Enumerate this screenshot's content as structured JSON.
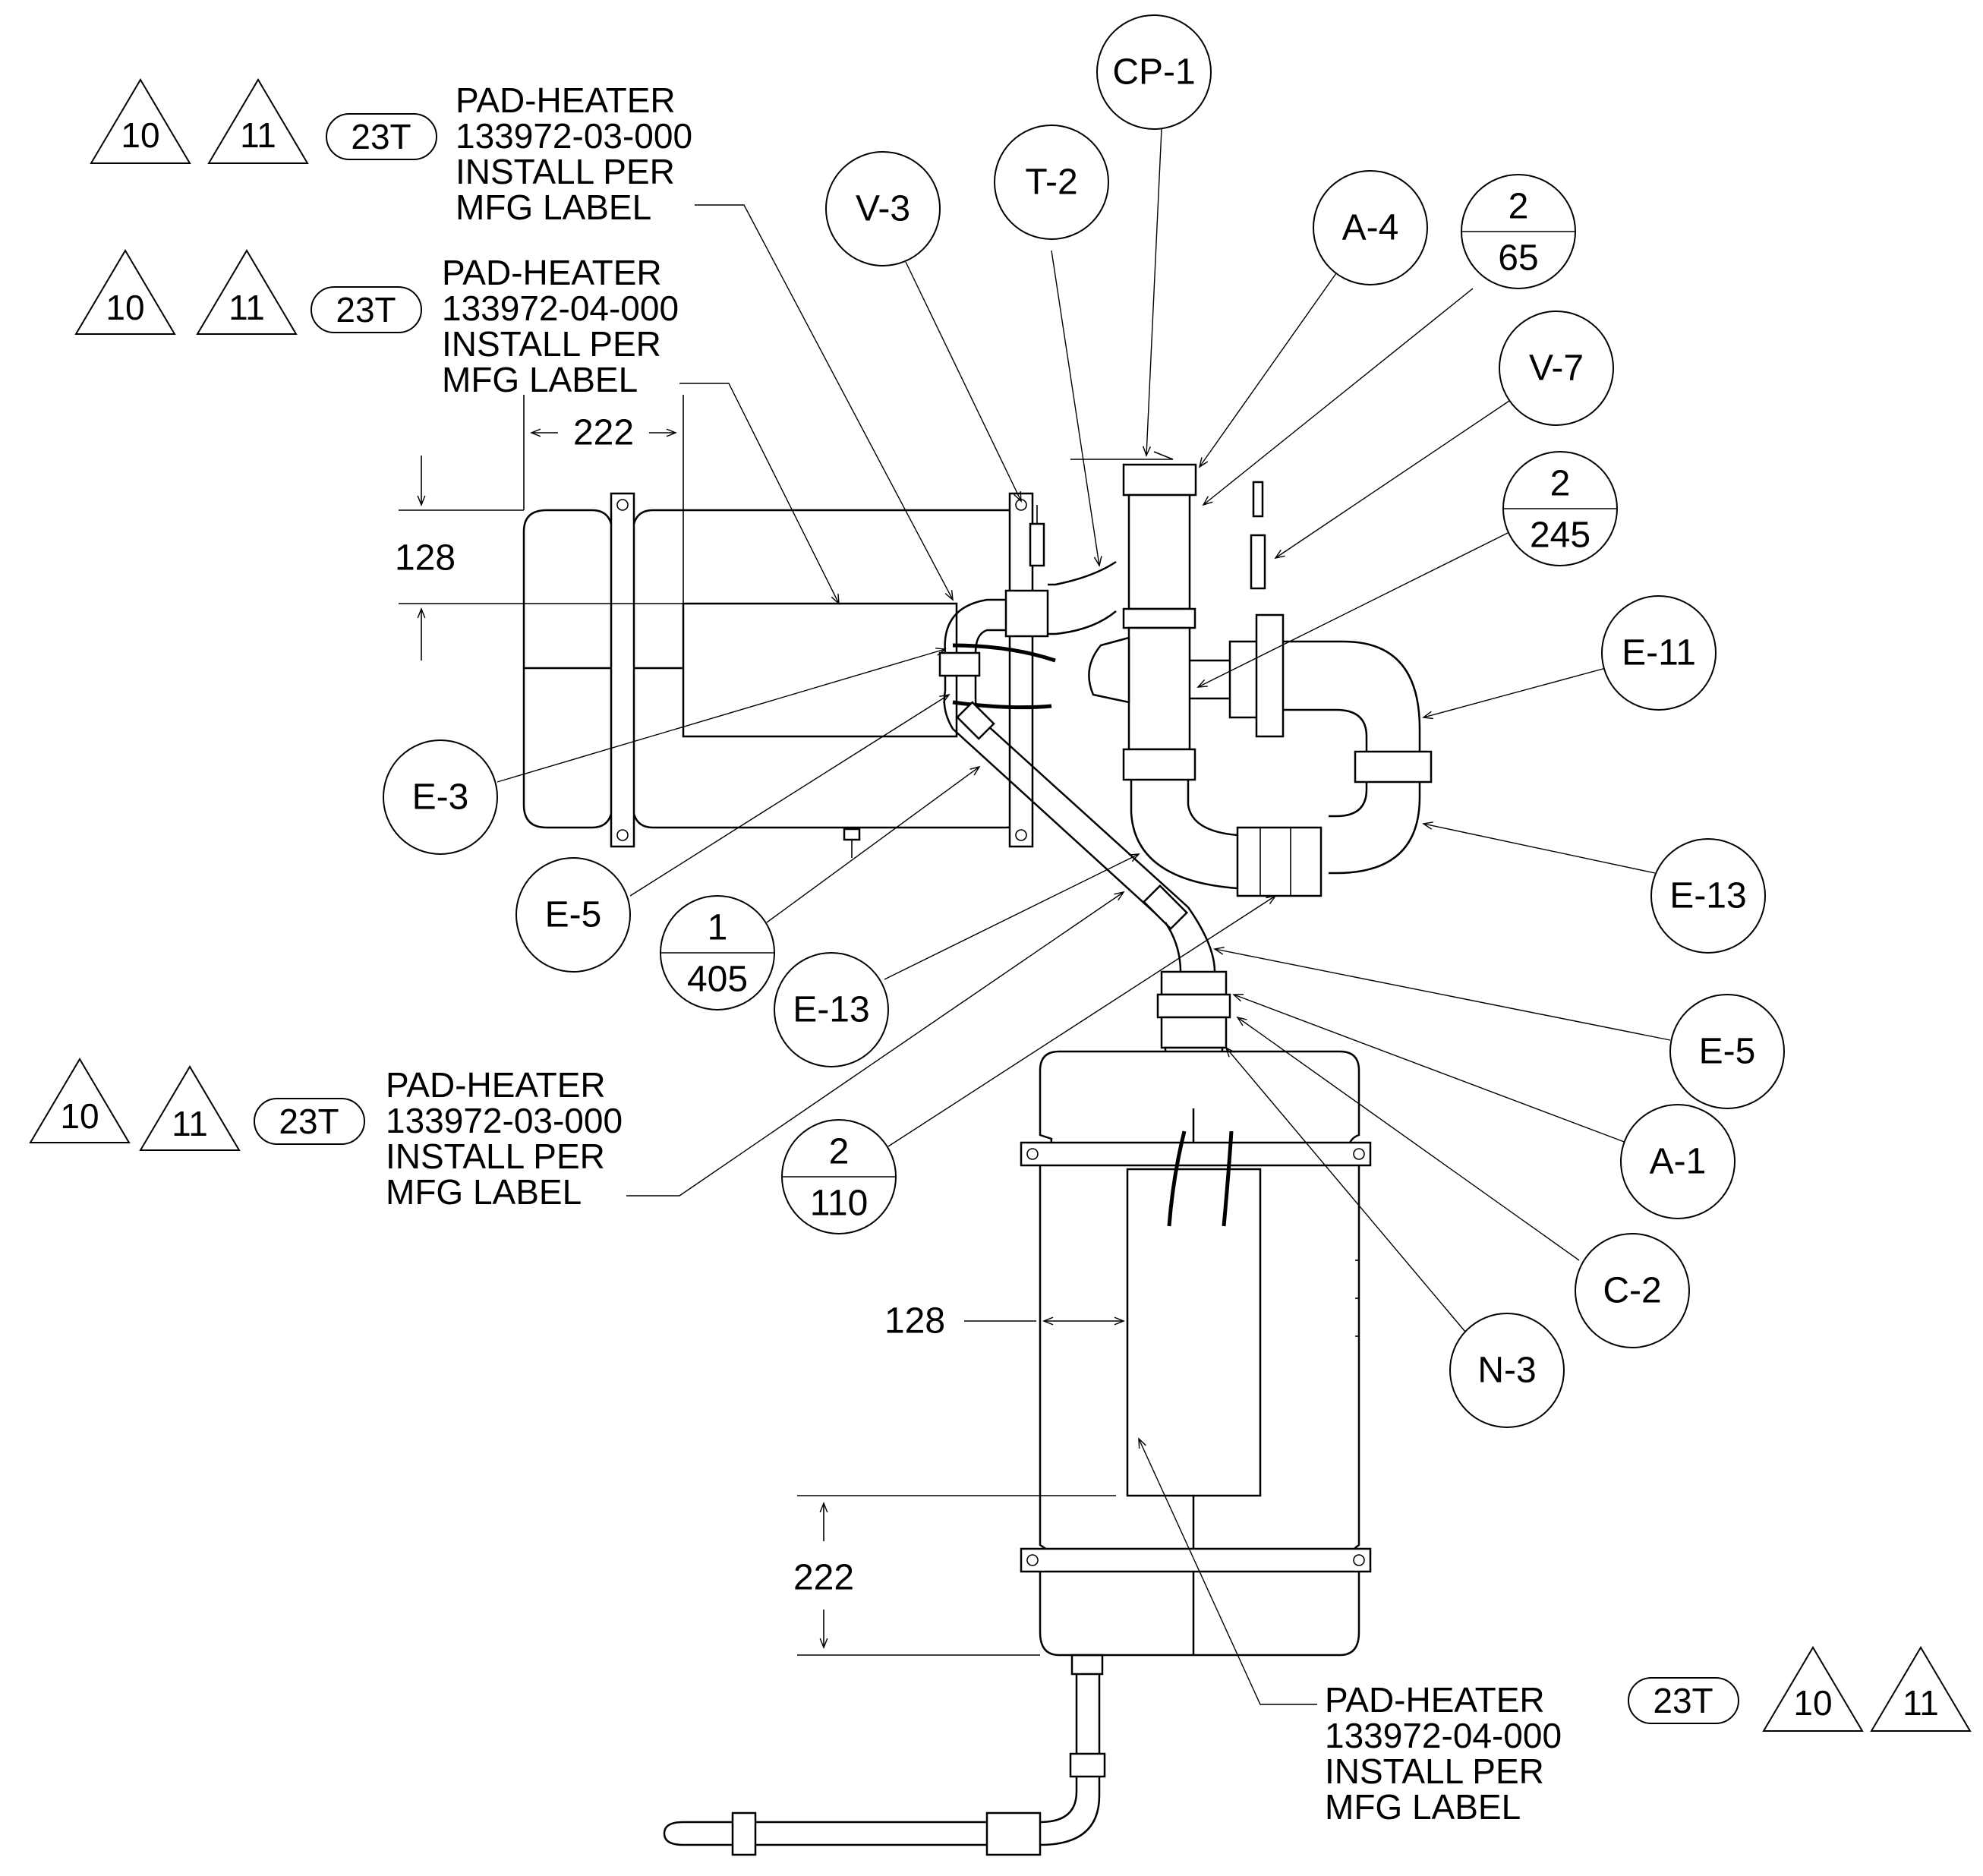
{
  "callouts": {
    "cp_1": "CP-1",
    "t_2": "T-2",
    "v_3": "V-3",
    "a_4": "A-4",
    "qty_2_65": {
      "top": "2",
      "bottom": "65"
    },
    "v_7": "V-7",
    "qty_2_245": {
      "top": "2",
      "bottom": "245"
    },
    "e_11": "E-11",
    "e_13_right": "E-13",
    "e_5_right": "E-5",
    "a_1": "A-1",
    "c_2": "C-2",
    "n_3": "N-3",
    "e_3": "E-3",
    "e_5_left": "E-5",
    "qty_1_405": {
      "top": "1",
      "bottom": "405"
    },
    "e_13_left": "E-13",
    "qty_2_110": {
      "top": "2",
      "bottom": "110"
    }
  },
  "notes": [
    {
      "rev_a": "10",
      "rev_b": "11",
      "ref": "23T",
      "line1": "PAD-HEATER",
      "line2": "133972-03-000",
      "line3": "INSTALL PER",
      "line4": "MFG LABEL"
    },
    {
      "rev_a": "10",
      "rev_b": "11",
      "ref": "23T",
      "line1": "PAD-HEATER",
      "line2": "133972-04-000",
      "line3": "INSTALL PER",
      "line4": "MFG LABEL"
    },
    {
      "rev_a": "10",
      "rev_b": "11",
      "ref": "23T",
      "line1": "PAD-HEATER",
      "line2": "133972-03-000",
      "line3": "INSTALL PER",
      "line4": "MFG LABEL"
    },
    {
      "rev_a": "10",
      "rev_b": "11",
      "ref": "23T",
      "line1": "PAD-HEATER",
      "line2": "133972-04-000",
      "line3": "INSTALL PER",
      "line4": "MFG LABEL"
    }
  ],
  "dimensions": {
    "top_width": "222",
    "top_height": "128",
    "bottom_width": "128",
    "bottom_height": "222"
  }
}
